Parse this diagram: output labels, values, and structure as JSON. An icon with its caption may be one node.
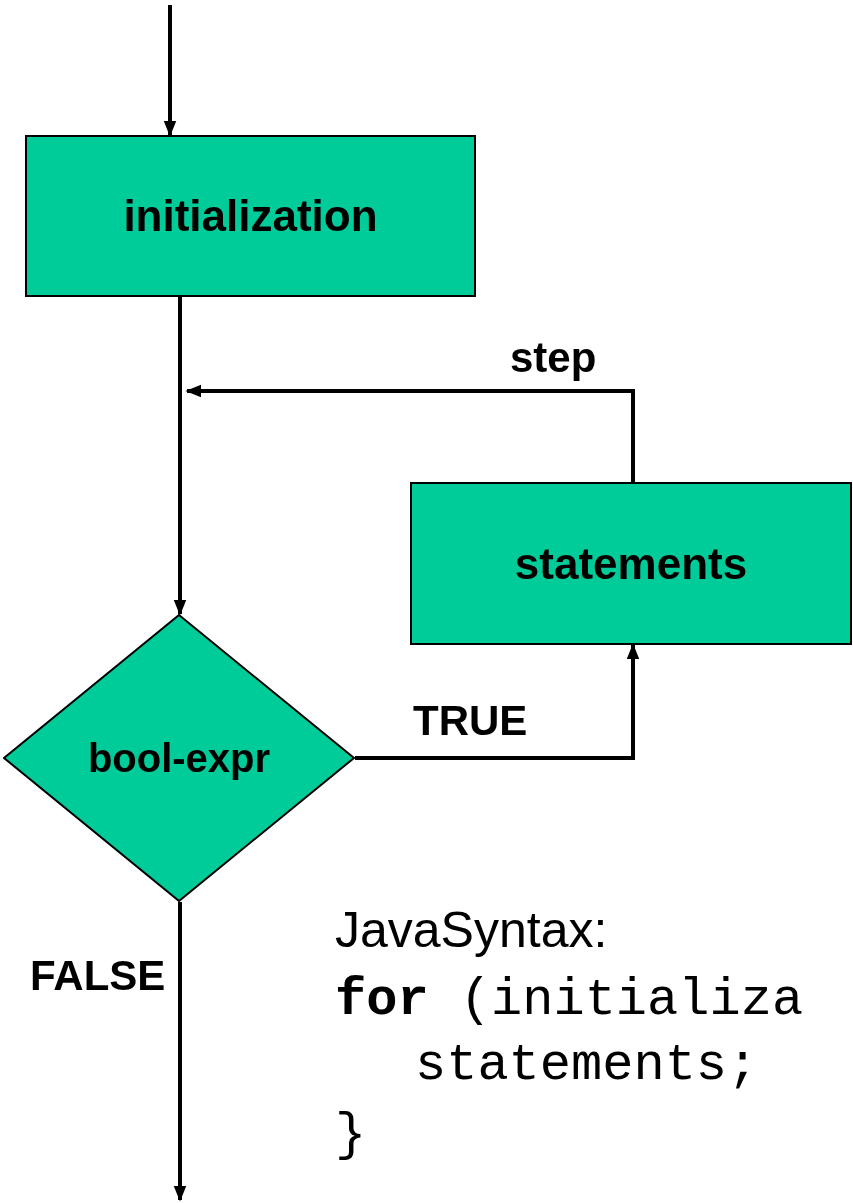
{
  "diagram": {
    "nodes": [
      {
        "text": [
          "initialization"
        ]
      },
      {
        "text": [
          "statements"
        ]
      },
      {
        "text": [
          "bool-expr"
        ]
      }
    ],
    "edges": [
      {
        "from": null,
        "to": 0,
        "arrow": "to"
      },
      {
        "from": 0,
        "to": 2,
        "arrow": "to"
      },
      {
        "from": 2,
        "to": 1,
        "arrow": "to",
        "label": "TRUE"
      },
      {
        "from": 1,
        "to": null,
        "arrow": "to",
        "label": "step"
      },
      {
        "from": 2,
        "to": null,
        "arrow": "to",
        "label": "FALSE"
      }
    ],
    "labels": [
      "JavaSyntax:",
      "**for** (initializa",
      "statements;",
      "}"
    ]
  }
}
